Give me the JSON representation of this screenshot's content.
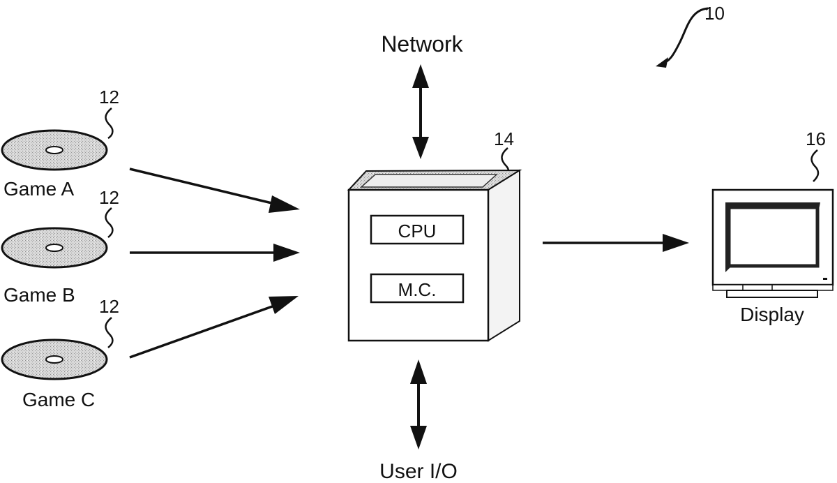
{
  "diagram": {
    "system_ref": "10",
    "network_label": "Network",
    "user_io_label": "User I/O",
    "games": [
      {
        "label": "Game A",
        "ref": "12"
      },
      {
        "label": "Game B",
        "ref": "12"
      },
      {
        "label": "Game C",
        "ref": "12"
      }
    ],
    "computer": {
      "ref": "14",
      "cpu_label": "CPU",
      "mc_label": "M.C."
    },
    "display": {
      "ref": "16",
      "label": "Display"
    }
  }
}
